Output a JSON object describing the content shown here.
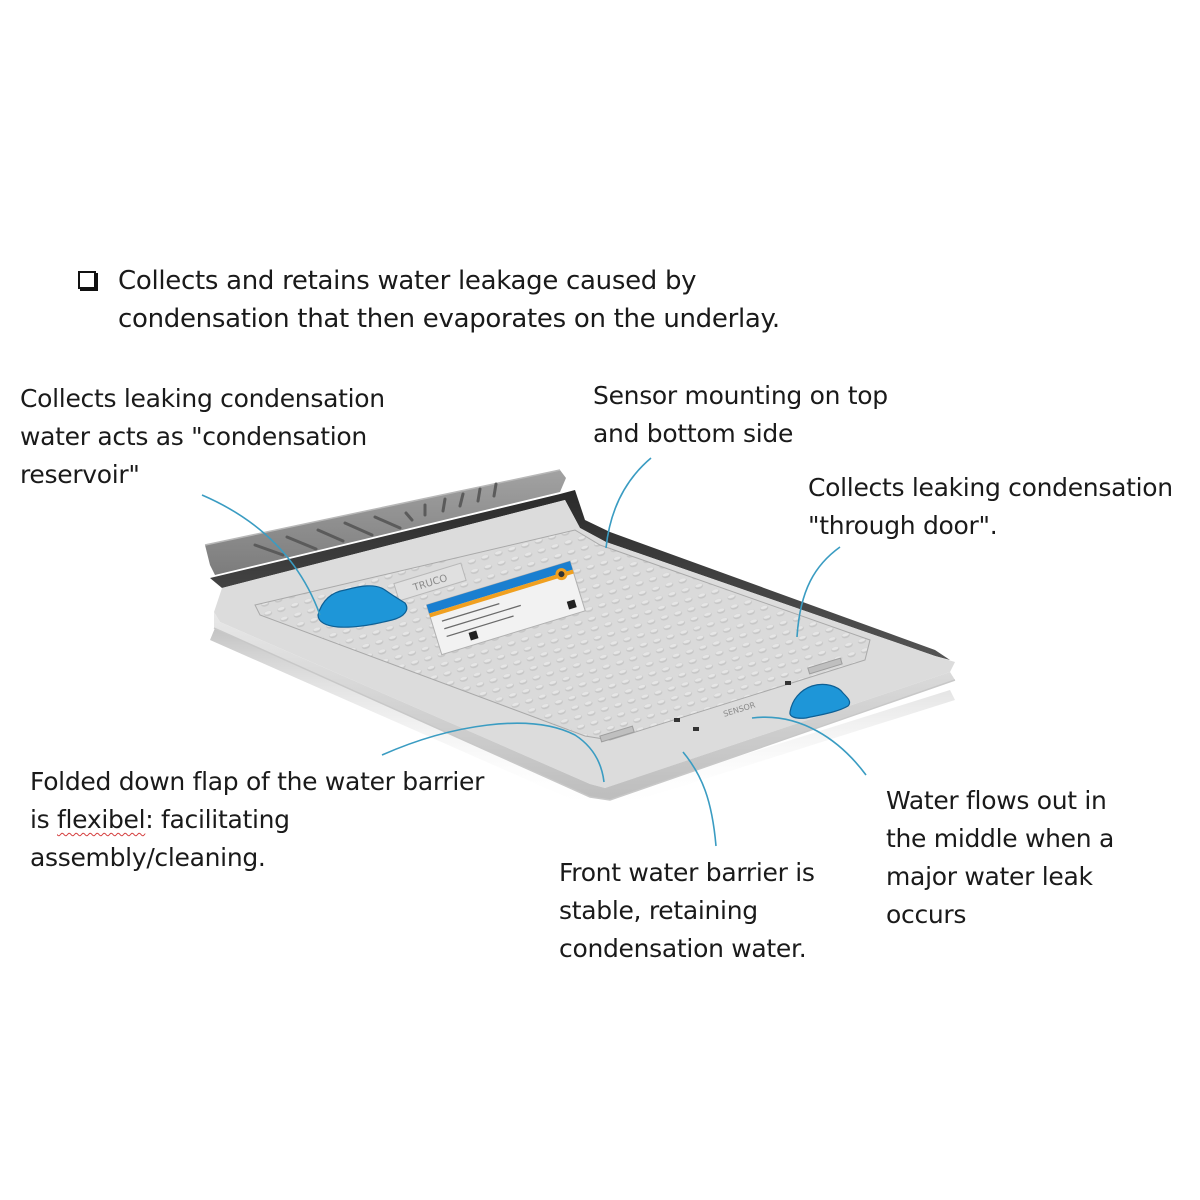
{
  "headline": {
    "bullet_icon": "checkbox-icon",
    "text": "Collects and retains water leakage caused by condensation that then evaporates on the underlay."
  },
  "callouts": [
    {
      "id": "condensation-reservoir",
      "lines": [
        "Collects leaking condensation",
        "water acts as \"condensation",
        "reservoir\""
      ]
    },
    {
      "id": "sensor-mounting",
      "lines": [
        "Sensor mounting on top",
        "and bottom side"
      ]
    },
    {
      "id": "through-door",
      "lines": [
        "Collects leaking condensation",
        "\"through door\"."
      ]
    },
    {
      "id": "folded-flap",
      "line1": "Folded down flap of the water barrier",
      "line2_prefix": "is ",
      "line2_misspelled": "flexibel",
      "line2_suffix": ": facilitating",
      "line3": "assembly/cleaning."
    },
    {
      "id": "front-barrier",
      "lines": [
        "Front water barrier is",
        "stable, retaining",
        "condensation water."
      ]
    },
    {
      "id": "middle-outflow",
      "lines": [
        "Water flows out in",
        "the middle when a",
        "major water leak",
        "occurs"
      ]
    }
  ],
  "product_label": {
    "brand_text": "TRUCO",
    "front_emboss_text": "SENSOR"
  },
  "colors": {
    "leader_line": "#3a9cc2",
    "water": "#1e96d8",
    "water_edge": "#0d5f94",
    "tray_surface": "#d9d9d9",
    "tray_rim": "#3a3a3a",
    "rear_flap": "#8f8f8f",
    "label_blue": "#1a7fd0",
    "label_orange": "#f0a020"
  }
}
